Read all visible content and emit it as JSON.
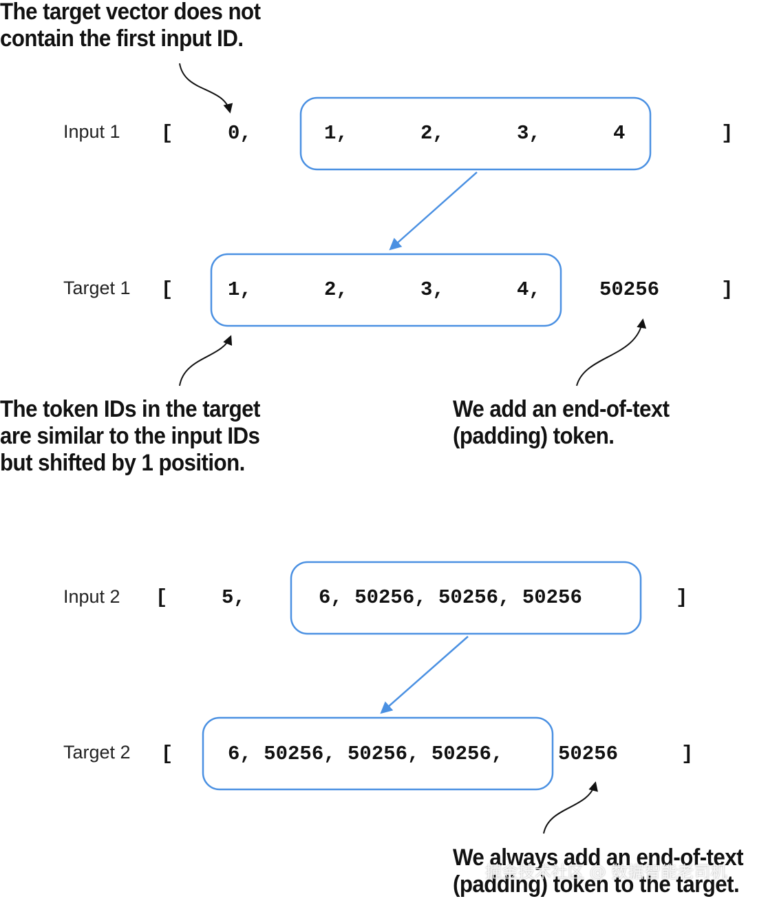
{
  "colors": {
    "accent": "#4a90e2",
    "text": "#111111"
  },
  "annotations": {
    "target_excludes_first": [
      "The target vector does not",
      "contain the first input ID."
    ],
    "shifted_ids": [
      "The token IDs in the target",
      "are similar to the input IDs",
      "but shifted by 1 position."
    ],
    "add_eot": [
      "We add an end-of-text",
      "(padding) token."
    ],
    "always_add_eot": [
      "We always add an end-of-text",
      "(padding) token to the target."
    ]
  },
  "rows": {
    "input1": {
      "label": "Input 1",
      "open": "[",
      "close": "]",
      "tokens": [
        "0,",
        "1,",
        "2,",
        "3,",
        "4"
      ]
    },
    "target1": {
      "label": "Target 1",
      "open": "[",
      "close": "]",
      "tokens": [
        "1,",
        "2,",
        "3,",
        "4,",
        "50256"
      ]
    },
    "input2": {
      "label": "Input 2",
      "open": "[",
      "close": "]",
      "first_token": "5,",
      "boxed_text": "6, 50256, 50256, 50256"
    },
    "target2": {
      "label": "Target 2",
      "open": "[",
      "close": "]",
      "boxed_text": "6, 50256, 50256, 50256,",
      "last_token": "50256"
    }
  },
  "watermark": "掘金技术社区 @ 数据智能老司机"
}
